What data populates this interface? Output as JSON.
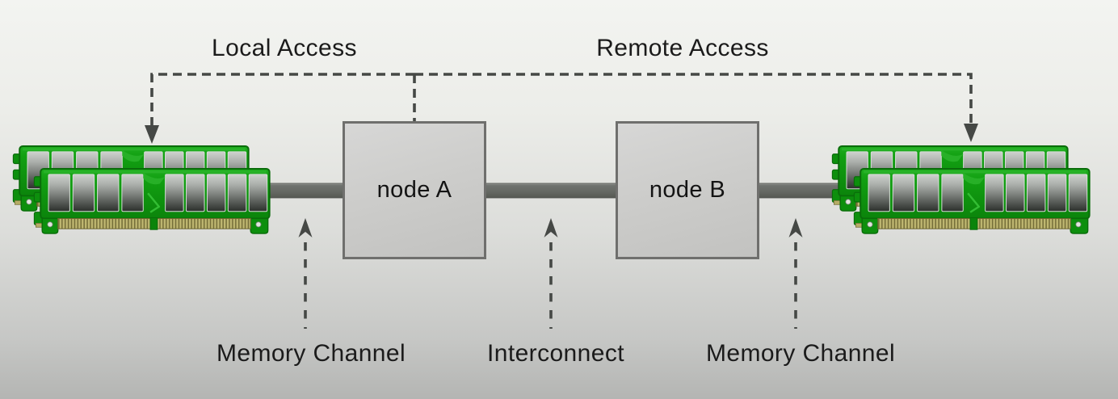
{
  "labels": {
    "local_access": "Local Access",
    "remote_access": "Remote Access",
    "memory_channel_left": "Memory Channel",
    "interconnect": "Interconnect",
    "memory_channel_right": "Memory Channel"
  },
  "nodes": [
    {
      "label": "node A"
    },
    {
      "label": "node B"
    }
  ],
  "icons": {
    "memory_left": "ram-dimm-stack-icon",
    "memory_right": "ram-dimm-stack-icon"
  },
  "colors": {
    "background_top": "#f3f4f1",
    "background_bottom": "#b4b5b3",
    "bus_gray": "#666964",
    "dashed_line": "#454845",
    "node_fill": "#cdcdcb",
    "node_border": "#6f6f6d",
    "pcb_green": "#109c10",
    "chip_gray_dark": "#2b2f2b",
    "pin_gold": "#b5ad66",
    "text": "#1b1b1b"
  }
}
